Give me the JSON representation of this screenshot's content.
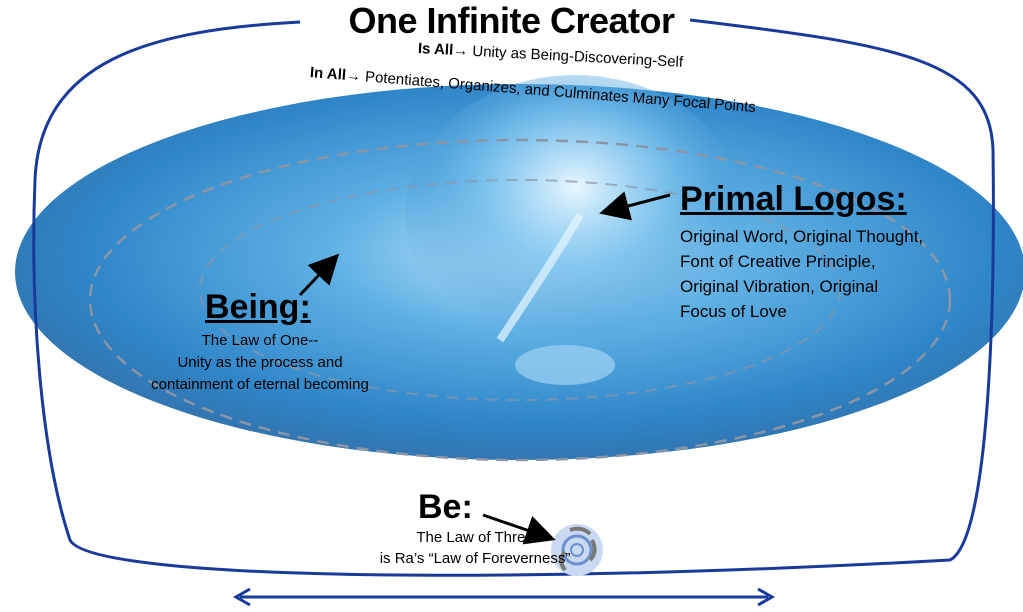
{
  "title": "One Infinite Creator",
  "is_all": {
    "label": "Is All",
    "text": "Unity as Being-Discovering-Self"
  },
  "in_all": {
    "label": "In All",
    "text": "Potentiates, Organizes, and Culminates Many Focal Points"
  },
  "arrow_glyph": "→",
  "primal_logos": {
    "heading": "Primal Logos:",
    "body": "Original Word, Original Thought, Font of Creative Principle, Original Vibration, Original Focus of Love"
  },
  "being": {
    "heading": "Being:",
    "line1": "The Law of One--",
    "line2": "Unity as the process and",
    "line3": "containment of eternal becoming"
  },
  "be": {
    "heading": "Be:",
    "line1": "The Law of Three",
    "line2": "is Ra’s “Law of Foreverness”"
  },
  "colors": {
    "frame": "#1a3a9a",
    "water": "#3a8fd0"
  }
}
